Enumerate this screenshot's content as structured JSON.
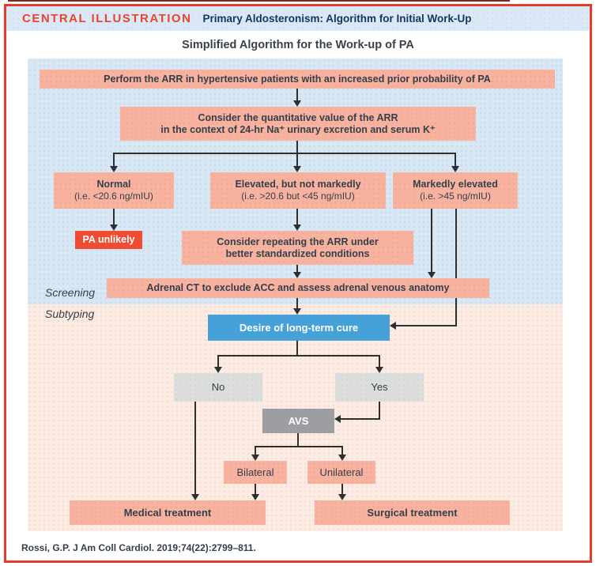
{
  "header": {
    "kicker": "CENTRAL ILLUSTRATION",
    "title": "Primary Aldosteronism: Algorithm for Initial Work-Up"
  },
  "diagram": {
    "title": "Simplified Algorithm for the Work-up of PA",
    "sections": {
      "screening": "Screening",
      "subtyping": "Subtyping"
    },
    "nodes": {
      "perform_arr": "Perform the ARR in hypertensive patients with an increased prior probability of PA",
      "consider_value": {
        "line1_prefix": "Consider the quantitative value of the ",
        "line1_emphasis": "ARR",
        "line2": "in the context of 24-hr Na⁺ urinary excretion and serum K⁺"
      },
      "normal": {
        "title": "Normal",
        "detail": "(i.e. <20.6 ng/mIU)"
      },
      "elevated": {
        "title": "Elevated, but not markedly",
        "detail": "(i.e. >20.6 but <45 ng/mIU)"
      },
      "markedly_elevated": {
        "title": "Markedly elevated",
        "detail": "(i.e. >45 ng/mIU)"
      },
      "pa_unlikely": "PA unlikely",
      "consider_repeating": "Consider repeating the ARR under better standardized conditions",
      "adrenal_ct": "Adrenal CT to exclude ACC and assess adrenal venous anatomy",
      "desire_cure": "Desire of long-term cure",
      "no": "No",
      "yes": "Yes",
      "avs": "AVS",
      "bilateral": "Bilateral",
      "unilateral": "Unilateral",
      "medical_treatment": "Medical treatment",
      "surgical_treatment": "Surgical treatment"
    }
  },
  "footer": {
    "citation": "Rossi, G.P. J Am Coll Cardiol. 2019;74(22):2799–811."
  },
  "colors": {
    "frame_red": "#e73c2a",
    "kicker_red": "#e8442c",
    "header_navy": "#14355e",
    "header_bar_blue": "#dbe9f6",
    "screening_panel_blue": "#d8e7f4",
    "subtyping_panel_pink": "#fcebe2",
    "node_salmon": "#f8b3a0",
    "pa_unlikely_red": "#f04c31",
    "desire_blue": "#45a1d8",
    "avs_gray": "#9c9ea1",
    "no_yes_gray": "#dcdddd",
    "connector_dark": "#2f2f2f",
    "text_dark": "#343f4b"
  }
}
